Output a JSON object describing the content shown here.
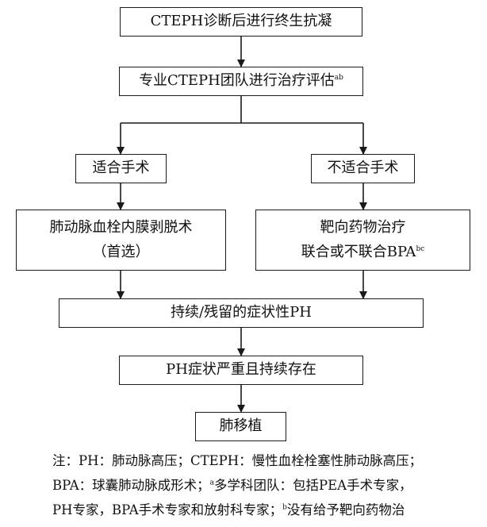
{
  "nodes": {
    "diagnosis": "CTEPH诊断后进行终生抗凝",
    "assessment": "专业CTEPH团队进行治疗评估",
    "assessment_sup": "ab",
    "operable": "适合手术",
    "inoperable": "不适合手术",
    "pea_line1": "肺动脉血栓内膜剥脱术",
    "pea_line2": "（首选）",
    "targeted_line1": "靶向药物治疗",
    "targeted_line2": "联合或不联合BPA",
    "targeted_sup": "bc",
    "persistent": "持续/残留的症状性PH",
    "severe": "PH症状严重且持续存在",
    "transplant": "肺移植"
  },
  "note": {
    "line1": "注：PH：肺动脉高压；CTEPH：慢性血栓栓塞性肺动脉高压；",
    "line2_a": "BPA：球囊肺动脉成形术；",
    "line2_sup": "a",
    "line2_b": "多学科团队：包括PEA手术专家，",
    "line3_a": "PH专家，BPA手术专家和放射科专家；",
    "line3_sup": "b",
    "line3_b": "没有给予靶向药物治"
  }
}
